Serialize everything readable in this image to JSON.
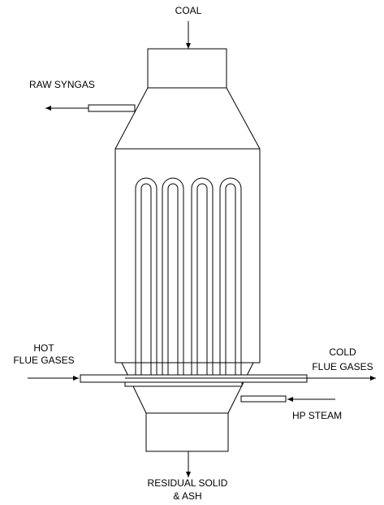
{
  "labels": {
    "coal": "COAL",
    "raw_syngas": "RAW SYNGAS",
    "hot_line1": "HOT",
    "hot_line2": "FLUE GASES",
    "cold_line1": "COLD",
    "cold_line2": "FLUE GASES",
    "hp_steam": "HP STEAM",
    "residue_line1": "RESIDUAL SOLID",
    "residue_line2": "& ASH"
  },
  "colors": {
    "stroke": "#000000",
    "background": "#ffffff"
  }
}
